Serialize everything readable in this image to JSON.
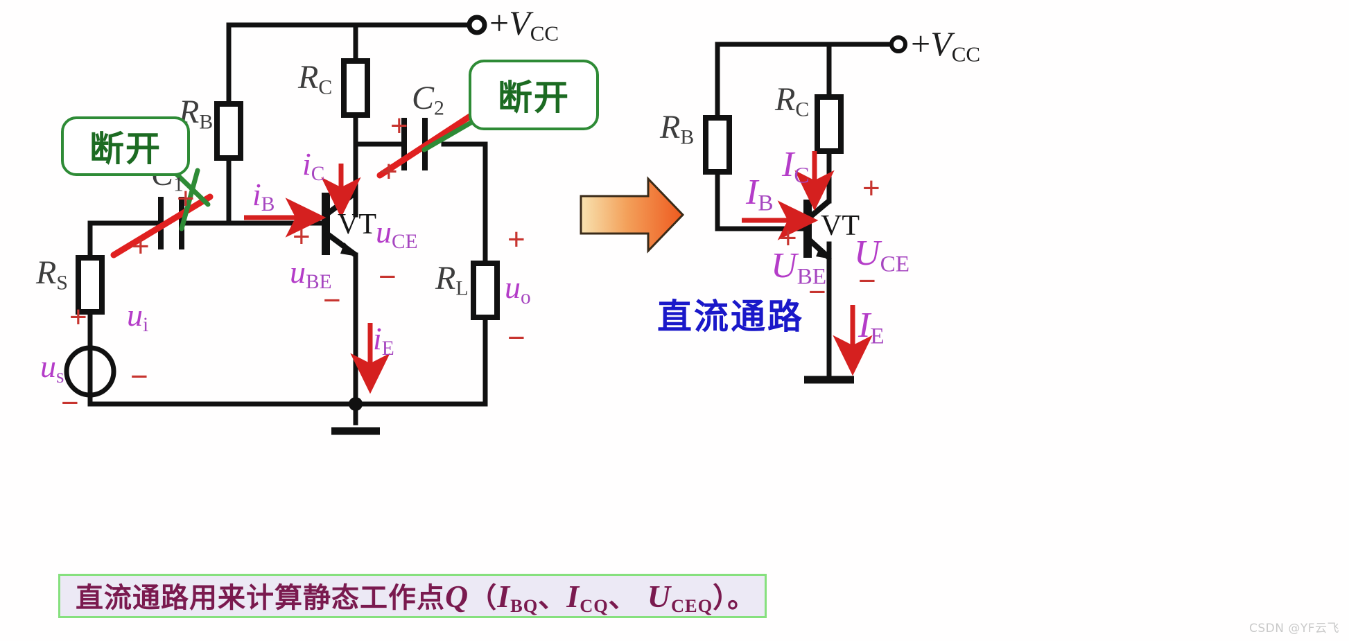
{
  "page": {
    "background": "#ffffff",
    "watermark": "CSDN @YF云飞"
  },
  "colors": {
    "wire": "#111111",
    "signal_label": "#b43cc8",
    "polarity": "#c7342f",
    "arrow": "#d5201f",
    "callout_border": "#2e8b36",
    "callout_text": "#1c6b22",
    "strike": "#e02020",
    "dc_text": "#1a18c9",
    "caption_bg": "#ece9f5",
    "caption_border": "#86e07e",
    "caption_text": "#7a1a4f",
    "big_arrow_from": "#f7dca0",
    "big_arrow_to": "#ef5b20"
  },
  "left_circuit": {
    "name": "common-emitter-amplifier-full",
    "supply_label": {
      "sign": "+",
      "symbol": "V",
      "subscript": "CC"
    },
    "components": [
      {
        "id": "RS",
        "symbol": "R",
        "subscript": "S",
        "type": "resistor"
      },
      {
        "id": "RB",
        "symbol": "R",
        "subscript": "B",
        "type": "resistor"
      },
      {
        "id": "RC",
        "symbol": "R",
        "subscript": "C",
        "type": "resistor"
      },
      {
        "id": "RL",
        "symbol": "R",
        "subscript": "L",
        "type": "resistor"
      },
      {
        "id": "C1",
        "symbol": "C",
        "subscript": "1",
        "type": "capacitor"
      },
      {
        "id": "C2",
        "symbol": "C",
        "subscript": "2",
        "type": "capacitor"
      },
      {
        "id": "VT",
        "symbol": "VT",
        "subscript": "",
        "type": "transistor-npn"
      }
    ],
    "signals": [
      {
        "id": "iB",
        "symbol": "i",
        "subscript": "B"
      },
      {
        "id": "iC",
        "symbol": "i",
        "subscript": "C"
      },
      {
        "id": "iE",
        "symbol": "i",
        "subscript": "E"
      },
      {
        "id": "uBE",
        "symbol": "u",
        "subscript": "BE"
      },
      {
        "id": "uCE",
        "symbol": "u",
        "subscript": "CE"
      },
      {
        "id": "ui",
        "symbol": "u",
        "subscript": "i"
      },
      {
        "id": "us",
        "symbol": "u",
        "subscript": "s"
      },
      {
        "id": "uo",
        "symbol": "u",
        "subscript": "o"
      }
    ],
    "polarity_marks": {
      "plus": "+",
      "minus": "−"
    },
    "callouts": [
      {
        "id": "callout-c1",
        "text": "断开"
      },
      {
        "id": "callout-c2",
        "text": "断开"
      }
    ]
  },
  "right_circuit": {
    "name": "dc-equivalent-circuit",
    "title": "直流通路",
    "supply_label": {
      "sign": "+",
      "symbol": "V",
      "subscript": "CC"
    },
    "components": [
      {
        "id": "RB",
        "symbol": "R",
        "subscript": "B",
        "type": "resistor"
      },
      {
        "id": "RC",
        "symbol": "R",
        "subscript": "C",
        "type": "resistor"
      },
      {
        "id": "VT",
        "symbol": "VT",
        "subscript": "",
        "type": "transistor-npn"
      }
    ],
    "signals": [
      {
        "id": "IB",
        "symbol": "I",
        "subscript": "B"
      },
      {
        "id": "IC",
        "symbol": "I",
        "subscript": "C"
      },
      {
        "id": "IE",
        "symbol": "I",
        "subscript": "E"
      },
      {
        "id": "UBE",
        "symbol": "U",
        "subscript": "BE"
      },
      {
        "id": "UCE",
        "symbol": "U",
        "subscript": "CE"
      }
    ],
    "polarity_marks": {
      "plus": "+",
      "minus": "−"
    }
  },
  "caption": {
    "lead": "直流通路用来计算静态工作点",
    "q_symbol": "Q",
    "open_paren": "（",
    "items": [
      {
        "symbol": "I",
        "subscript": "BQ"
      },
      {
        "symbol": "I",
        "subscript": "CQ"
      },
      {
        "symbol": "U",
        "subscript": "CEQ"
      }
    ],
    "separator": "、",
    "close_paren": "）",
    "period": "。"
  }
}
